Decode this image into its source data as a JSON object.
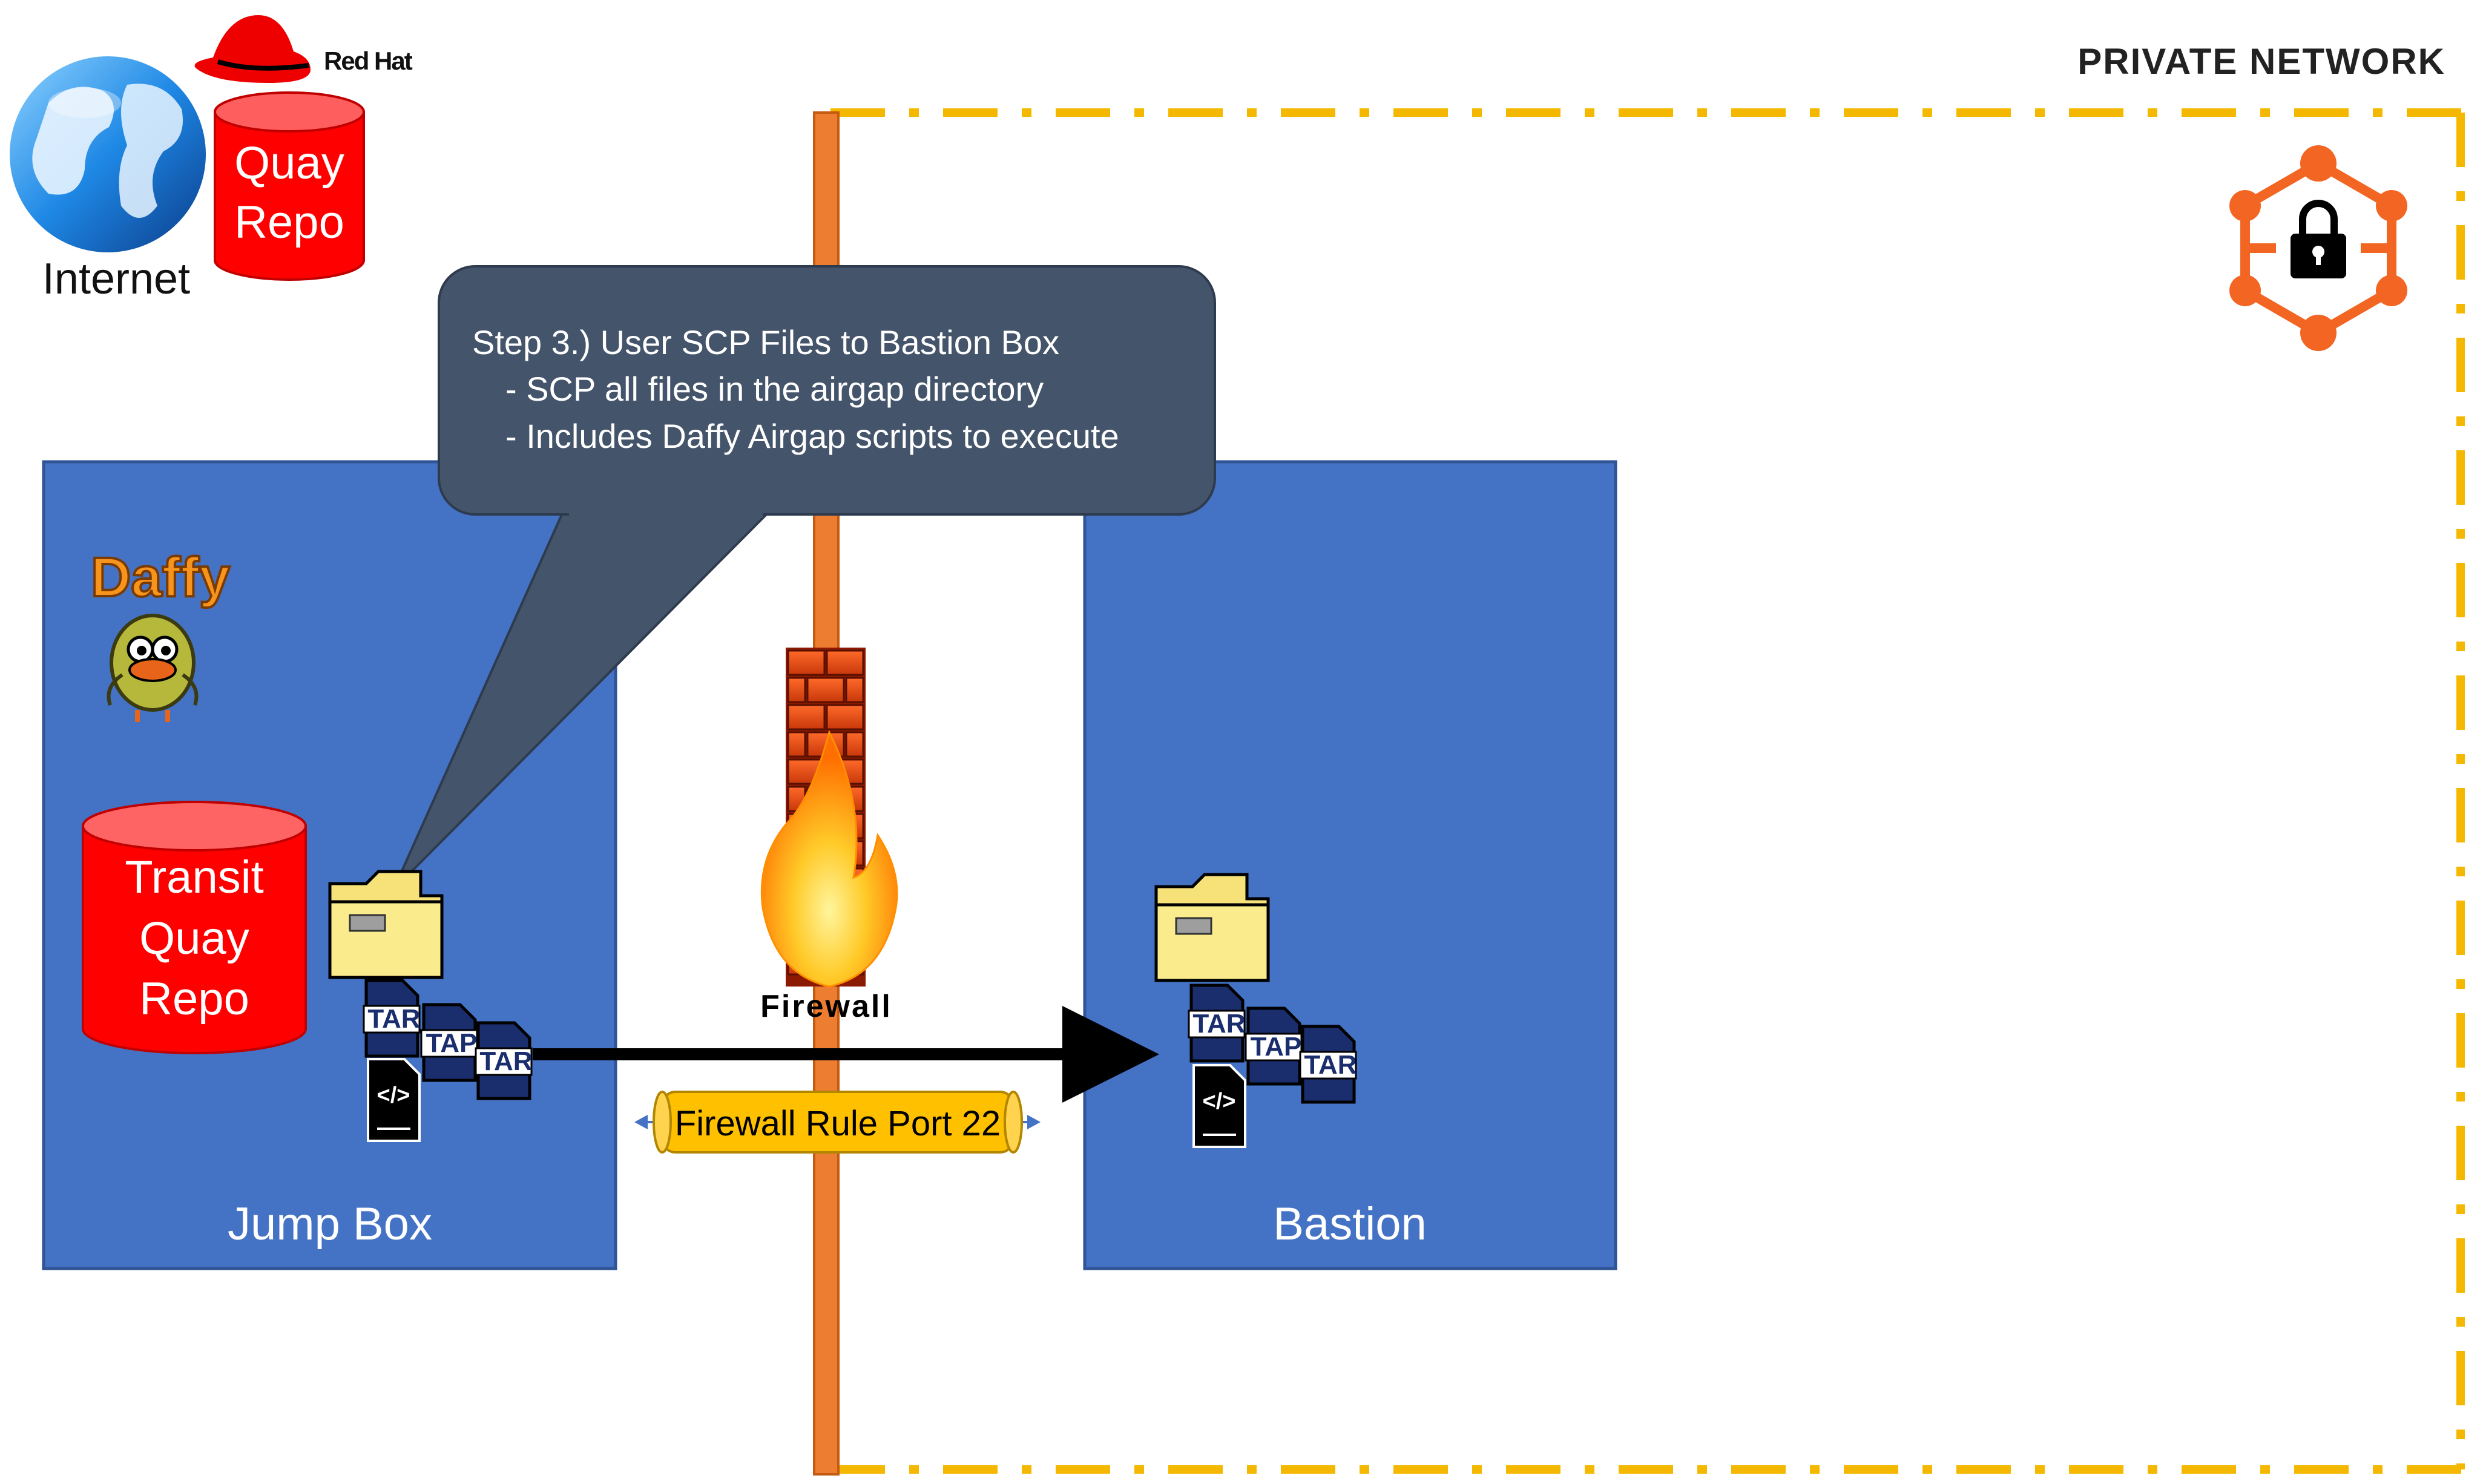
{
  "internet": {
    "label": "Internet"
  },
  "redhat": {
    "label": "Red Hat"
  },
  "quay_repo": {
    "line1": "Quay",
    "line2": "Repo"
  },
  "private_network": {
    "label": "PRIVATE NETWORK"
  },
  "callout": {
    "title": "Step 3.) User SCP Files to Bastion Box",
    "bullet1": "- SCP all files in the airgap directory",
    "bullet2": "- Includes Daffy Airgap scripts to execute"
  },
  "jump_box": {
    "label": "Jump Box",
    "logo_text": "Daffy",
    "transit_repo": {
      "line1": "Transit",
      "line2": "Quay",
      "line3": "Repo"
    }
  },
  "bastion": {
    "label": "Bastion"
  },
  "firewall": {
    "label": "Firewall",
    "rule_label": "Firewall Rule Port 22"
  },
  "files": {
    "tar_label": "TAR",
    "tap_label": "TAP",
    "script_glyph": "</>"
  },
  "colors": {
    "box_blue": "#4472c4",
    "box_border": "#2f5597",
    "firewall_bar": "#ed7d31",
    "private_border": "#f5b800",
    "repo_red": "#ff0000",
    "callout_fill": "#44546a",
    "rule_fill": "#ffc000",
    "network_icon": "#f26522"
  }
}
